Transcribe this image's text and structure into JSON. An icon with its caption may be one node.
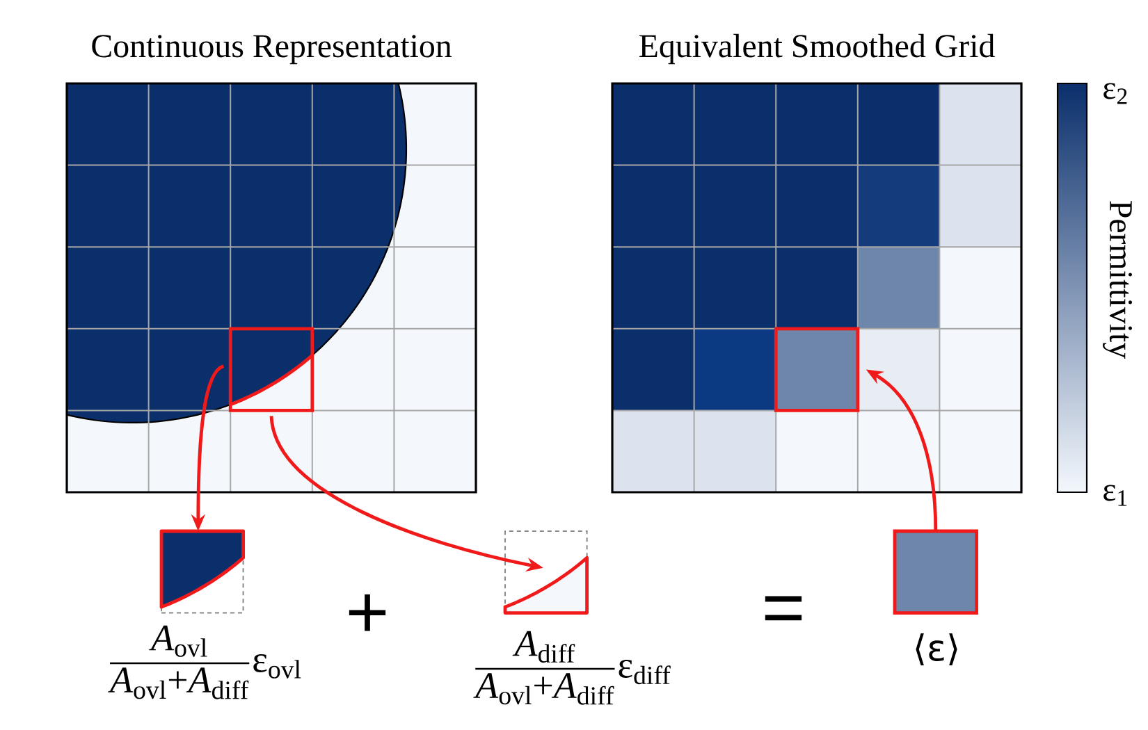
{
  "diagram": {
    "nodes": [
      {
        "text": [
          "Continuous Representation"
        ]
      },
      {
        "text": [
          "Equivalent Smoothed Grid"
        ]
      },
      {
        "text": [],
        "shape": "box",
        "in": 0
      },
      {
        "text": [],
        "shape": "box",
        "in": 1
      },
      {
        "text": [],
        "shape": "box",
        "beside": [
          "*A*$_{ovl}$",
          "*A*$_{ovl}$+*A*$_{diff}$",
          "ε$_{ovl}$"
        ]
      },
      {
        "text": [],
        "shape": "box",
        "beside": [
          "*A*$_{diff}$",
          "*A*$_{ovl}$+*A*$_{diff}$",
          "ε$_{diff}$"
        ]
      },
      {
        "text": [],
        "shape": "box",
        "beside": [
          "⟨ε⟩"
        ]
      }
    ],
    "edges": [
      {
        "from": 2,
        "to": 4,
        "arrow": "to"
      },
      {
        "from": 2,
        "to": 5,
        "arrow": "to"
      },
      {
        "from": 6,
        "to": 3,
        "arrow": "to"
      }
    ],
    "labels": [
      "ε$_{2}$",
      "Permittivity",
      "ε$_{1}$",
      "+",
      "="
    ]
  }
}
